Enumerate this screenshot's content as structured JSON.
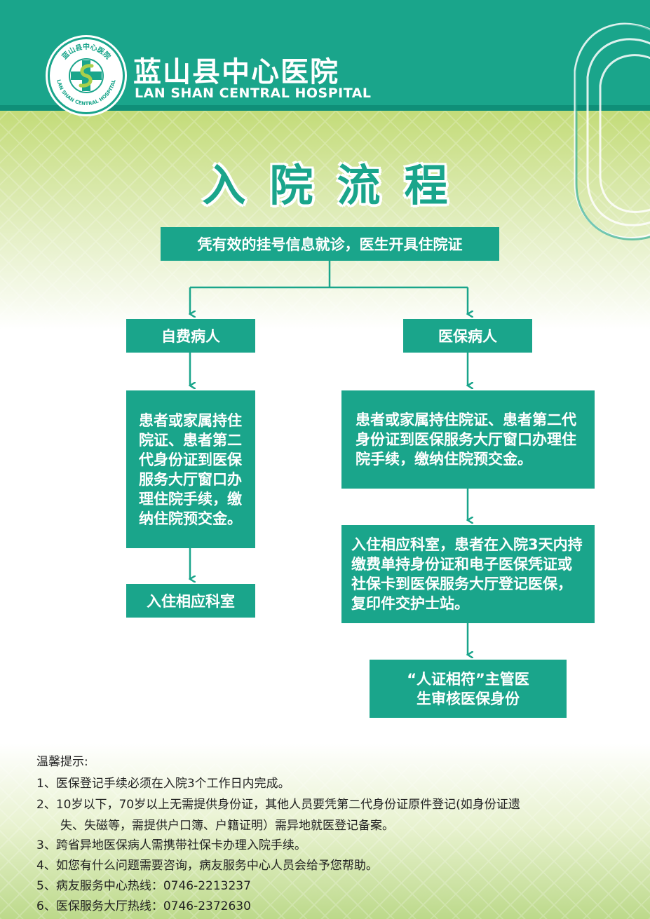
{
  "header": {
    "hospital_name_cn": "蓝山县中心医院",
    "hospital_name_en": "LAN SHAN CENTRAL  HOSPITAL",
    "logo_ring_cn": "蓝山县中心医院",
    "logo_ring_en": "LAN SHAN CENTRAL HOSPITAL"
  },
  "title": "入院流程",
  "flow": {
    "start": "凭有效的挂号信息就诊，医生开具住院证",
    "self_pay": {
      "label": "自费病人",
      "step1": "患者或家属持住院证、患者第二代身份证到医保服务大厅窗口办理住院手续，缴纳住院预交金。",
      "step2": "入住相应科室"
    },
    "insured": {
      "label": "医保病人",
      "step1": "患者或家属持住院证、患者第二代身份证到医保服务大厅窗口办理住院手续，缴纳住院预交金。",
      "step2": "入住相应科室，患者在入院3天内持缴费单持身份证和电子医保凭证或社保卡到医保服务大厅登记医保，复印件交护士站。",
      "step3": "“人证相符”主管医生审核医保身份"
    }
  },
  "tips": {
    "heading": "温馨提示:",
    "items": [
      "1、医保登记手续必须在入院3个工作日内完成。",
      "2、10岁以下，70岁以上无需提供身份证，其他人员要凭第二代身份证原件登记(如身份证遗",
      "失、失磁等，需提供户口簿、户籍证明）需异地就医登记备案。",
      "3、跨省异地医保病人需携带社保卡办理入院手续。",
      "4、如您有什么问题需要咨询，病友服务中心人员会给予您帮助。",
      "5、病友服务中心热线：0746-2213237",
      "6、医保服务大厅热线：0746-2372630"
    ]
  },
  "colors": {
    "primary": "#1aa58b",
    "accent_green": "#a9cf4b",
    "text": "#222222"
  }
}
